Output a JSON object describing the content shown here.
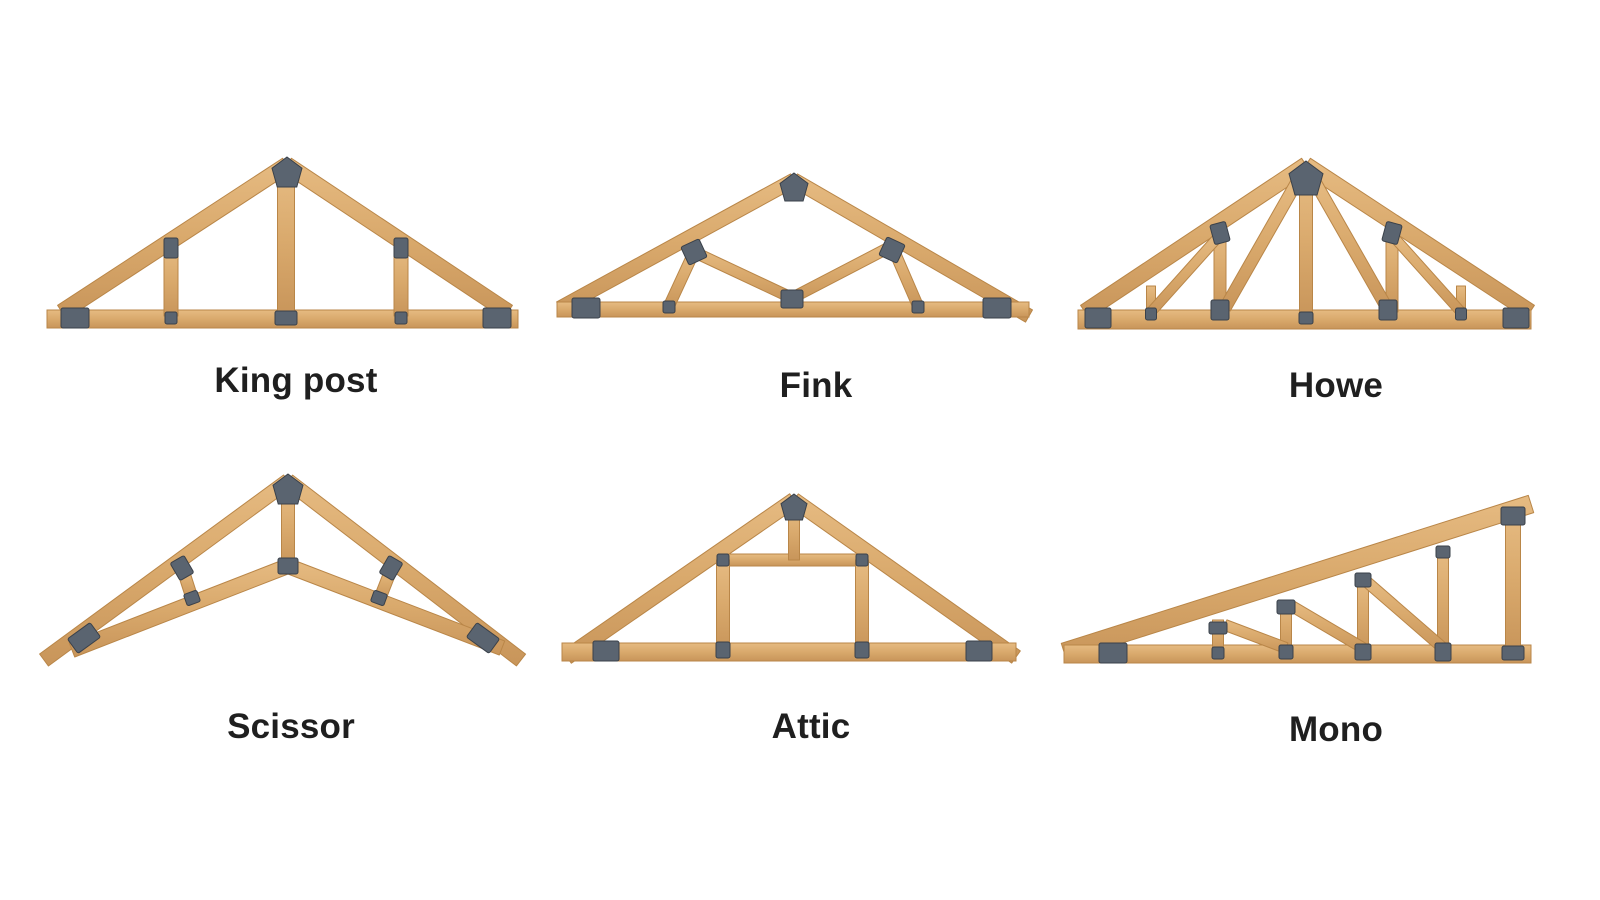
{
  "colors": {
    "background": "#ffffff",
    "wood": "#dcae74",
    "wood_edge": "#b98648",
    "plate": "#5a6470",
    "plate_edge": "#3a414a",
    "label": "#1f1f1f"
  },
  "trusses": [
    {
      "id": "king-post",
      "label": "King post",
      "icon": "king-post-truss-icon"
    },
    {
      "id": "fink",
      "label": "Fink",
      "icon": "fink-truss-icon"
    },
    {
      "id": "howe",
      "label": "Howe",
      "icon": "howe-truss-icon"
    },
    {
      "id": "scissor",
      "label": "Scissor",
      "icon": "scissor-truss-icon"
    },
    {
      "id": "attic",
      "label": "Attic",
      "icon": "attic-truss-icon"
    },
    {
      "id": "mono",
      "label": "Mono",
      "icon": "mono-truss-icon"
    }
  ]
}
